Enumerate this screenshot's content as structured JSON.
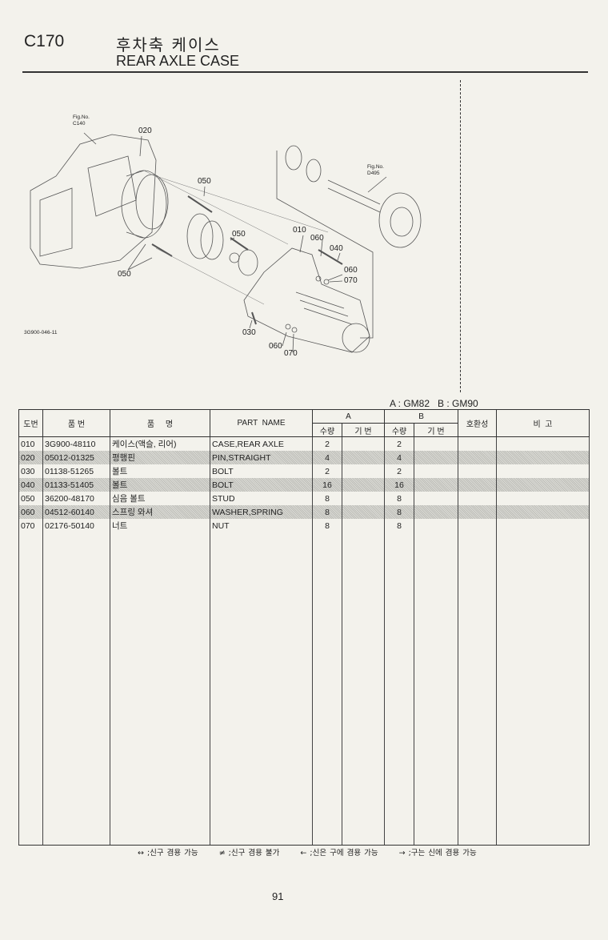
{
  "header": {
    "code": "C170",
    "title_ko": "후차축 케이스",
    "title_en": "REAR AXLE CASE"
  },
  "figure": {
    "ref_left": "Fig.No.\nC140",
    "ref_right": "Fig.No.\nD495",
    "drawing_no": "3G900-046-11",
    "callouts": [
      "020",
      "050",
      "050",
      "050",
      "010",
      "060",
      "040",
      "060",
      "070",
      "030",
      "060",
      "070"
    ]
  },
  "models_note": "A : GM82   B : GM90",
  "table": {
    "headers": {
      "ref": "도번",
      "part_no": "품  번",
      "name_ko": "품     명",
      "part_name": "PART  NAME",
      "a": "A",
      "b": "B",
      "qty": "수량",
      "serial": "기 번",
      "compat": "호환성",
      "remarks": "비  고"
    },
    "rows": [
      {
        "ref": "010",
        "part_no": "3G900-48110",
        "name_ko": "케이스(액슬, 리어)",
        "part_name": "CASE,REAR AXLE",
        "a_qty": "2",
        "b_qty": "2"
      },
      {
        "ref": "020",
        "part_no": "05012-01325",
        "name_ko": "평행핀",
        "part_name": "PIN,STRAIGHT",
        "a_qty": "4",
        "b_qty": "4"
      },
      {
        "ref": "030",
        "part_no": "01138-51265",
        "name_ko": "볼트",
        "part_name": "BOLT",
        "a_qty": "2",
        "b_qty": "2"
      },
      {
        "ref": "040",
        "part_no": "01133-51405",
        "name_ko": "볼트",
        "part_name": "BOLT",
        "a_qty": "16",
        "b_qty": "16"
      },
      {
        "ref": "050",
        "part_no": "36200-48170",
        "name_ko": "심음 볼트",
        "part_name": "STUD",
        "a_qty": "8",
        "b_qty": "8"
      },
      {
        "ref": "060",
        "part_no": "04512-60140",
        "name_ko": "스프링 와셔",
        "part_name": "WASHER,SPRING",
        "a_qty": "8",
        "b_qty": "8"
      },
      {
        "ref": "070",
        "part_no": "02176-50140",
        "name_ko": "너트",
        "part_name": "NUT",
        "a_qty": "8",
        "b_qty": "8"
      }
    ]
  },
  "legend": [
    "↔ ;신구 겸용 가능",
    "≠ ;신구 겸용 불가",
    "← ;신은 구에 겸용 가능",
    "→ ;구는 신에 겸용 가능"
  ],
  "page_number": "91"
}
